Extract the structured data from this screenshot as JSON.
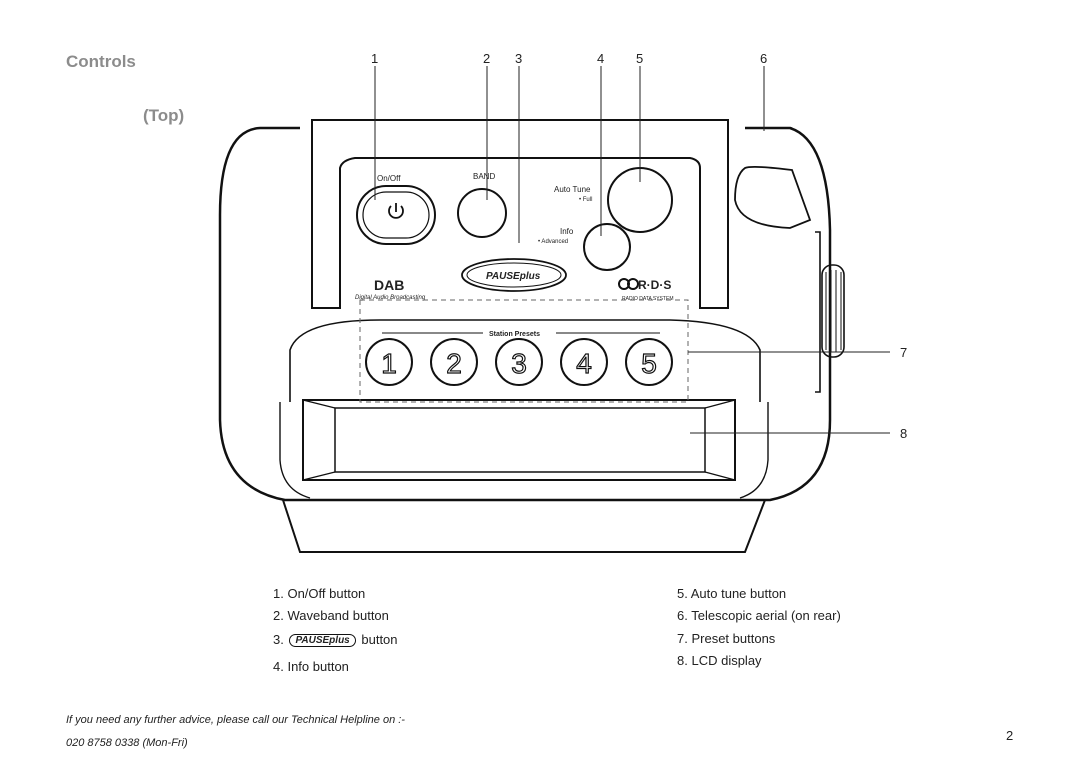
{
  "heading": {
    "title": "Controls",
    "subtitle": "(Top)"
  },
  "callouts": [
    "1",
    "2",
    "3",
    "4",
    "5",
    "6",
    "7",
    "8"
  ],
  "panel_labels": {
    "onoff": "On/Off",
    "band": "BAND",
    "auto_tune": "Auto Tune",
    "auto_tune_sub": "• Full",
    "info": "Info",
    "info_sub": "• Advanced",
    "pause_logo": "PAUSEplus",
    "dab_logo": "DAB",
    "dab_caption": "Digital Audio Broadcasting",
    "rds_logo": "R·D·S",
    "rds_caption": "RADIO DATA SYSTEM",
    "station_presets": "Station Presets",
    "presets": [
      "1",
      "2",
      "3",
      "4",
      "5"
    ]
  },
  "legend": {
    "left": [
      {
        "num": "1.",
        "text": "On/Off button"
      },
      {
        "num": "2.",
        "text": "Waveband  button"
      },
      {
        "num": "3.",
        "logo": "PAUSEplus",
        "text": "button"
      },
      {
        "num": "4.",
        "text": "Info button"
      }
    ],
    "right": [
      {
        "num": "5.",
        "text": "Auto tune button"
      },
      {
        "num": "6.",
        "text": "Telescopic aerial (on rear)"
      },
      {
        "num": "7.",
        "text": "Preset buttons"
      },
      {
        "num": "8.",
        "text": "LCD display"
      }
    ]
  },
  "footer": {
    "line1": "If you need any further advice, please call our Technical Helpline on :-",
    "line2": "020 8758 0338 (Mon-Fri)"
  },
  "page_number": "2"
}
